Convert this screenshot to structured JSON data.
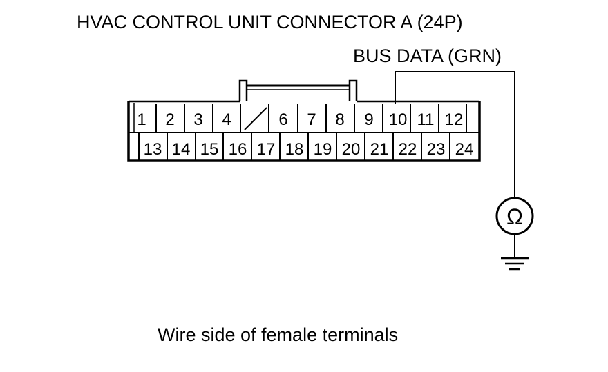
{
  "title": "HVAC CONTROL UNIT CONNECTOR A (24P)",
  "bus_label": "BUS DATA (GRN)",
  "caption": "Wire side of female terminals",
  "connector": {
    "top_row": [
      "1",
      "2",
      "3",
      "4",
      "",
      "6",
      "7",
      "8",
      "9",
      "10",
      "11",
      "12"
    ],
    "bottom_row": [
      "13",
      "14",
      "15",
      "16",
      "17",
      "18",
      "19",
      "20",
      "21",
      "22",
      "23",
      "24"
    ],
    "blank_cavity_index": 4,
    "probe_terminal": "10"
  },
  "meter": {
    "symbol": "Ω",
    "name": "ohmmeter"
  },
  "ground": {
    "name": "ground"
  }
}
